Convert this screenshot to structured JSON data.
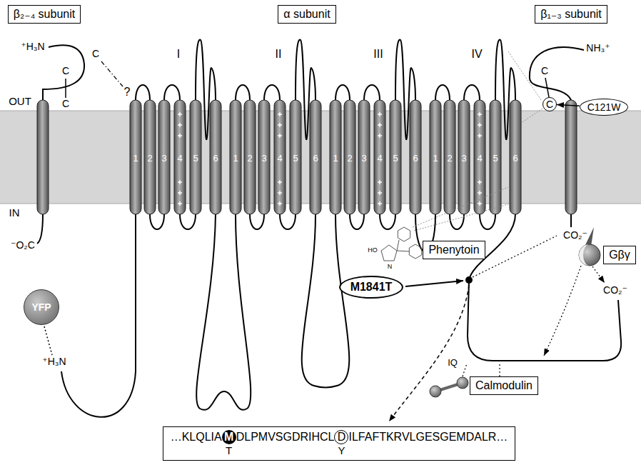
{
  "diagram": {
    "nodes": [
      {
        "text": [
          "β₂₋₄ subunit"
        ]
      },
      {
        "text": [
          "α subunit"
        ]
      },
      {
        "text": [
          "β₁₋₃ subunit"
        ]
      },
      {
        "text": [
          "C"
        ]
      },
      {
        "text": [
          "C121W"
        ]
      },
      {
        "text": [
          "YFP"
        ]
      },
      {
        "text": [
          "Phenytoin"
        ]
      },
      {
        "text": [
          "M1841T"
        ]
      },
      {
        "text": [
          "Gβγ"
        ]
      },
      {
        "text": [
          "Calmodulin"
        ]
      },
      {
        "text": [
          "…KLQLIA",
          "M",
          "DLPMVSGDRIHCL",
          "D",
          "ILFAFTKRVLGESGEMDALR…",
          "T",
          "Y"
        ]
      }
    ],
    "edges": [
      {
        "from": 4,
        "to": 3,
        "arrow": "to"
      }
    ],
    "labels": [
      "OUT",
      "IN",
      "I",
      "II",
      "III",
      "IV",
      "1",
      "2",
      "3",
      "4",
      "5",
      "6",
      "1",
      "2",
      "3",
      "4",
      "5",
      "6",
      "1",
      "2",
      "3",
      "4",
      "5",
      "6",
      "1",
      "2",
      "3",
      "4",
      "5",
      "6",
      "⁺H₃N",
      "C",
      "C",
      "C",
      "?",
      "⁻O₂C",
      "NH₃⁺",
      "C",
      "CO₂⁻",
      "⁺H₃N",
      "CO₂⁻",
      "IQ",
      "HO",
      "N"
    ]
  }
}
